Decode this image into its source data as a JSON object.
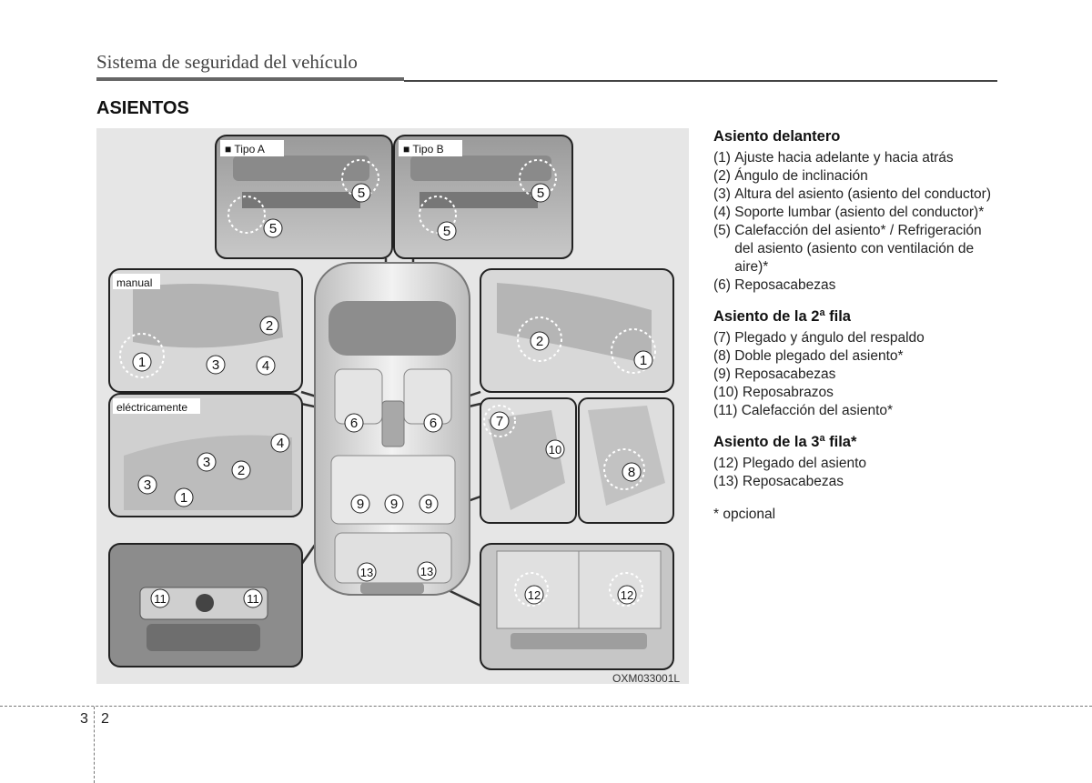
{
  "header": {
    "title": "Sistema de seguridad del vehículo"
  },
  "section_title": "ASIENTOS",
  "figure": {
    "code": "OXM033001L",
    "labels": {
      "tipo_a": "■ Tipo A",
      "tipo_b": "■ Tipo B",
      "manual": "manual",
      "electric": "eléctricamente"
    },
    "callouts": [
      "1",
      "2",
      "3",
      "4",
      "5",
      "6",
      "7",
      "8",
      "9",
      "10",
      "11",
      "12",
      "13"
    ]
  },
  "legend": {
    "front": {
      "heading": "Asiento delantero",
      "items": [
        {
          "num": "(1) ",
          "text": "Ajuste hacia adelante y hacia atrás"
        },
        {
          "num": "(2) ",
          "text": "Ángulo de inclinación"
        },
        {
          "num": "(3) ",
          "text": "Altura del asiento (asiento del conductor)"
        },
        {
          "num": "(4) ",
          "text": "Soporte lumbar (asiento del conductor)*"
        },
        {
          "num": "(5) ",
          "text": "Calefacción del asiento* / Refrigeración del asiento (asiento con ventilación de aire)*"
        },
        {
          "num": "(6) ",
          "text": "Reposacabezas"
        }
      ]
    },
    "second": {
      "heading": "Asiento de la 2ª fila",
      "items": [
        {
          "num": "(7) ",
          "text": "Plegado y ángulo del respaldo"
        },
        {
          "num": "(8) ",
          "text": "Doble plegado del asiento*"
        },
        {
          "num": "(9) ",
          "text": "Reposacabezas"
        },
        {
          "num": "(10) ",
          "text": "Reposabrazos"
        },
        {
          "num": "(11) ",
          "text": "Calefacción del asiento*"
        }
      ]
    },
    "third": {
      "heading": "Asiento de la 3ª fila*",
      "items": [
        {
          "num": "(12) ",
          "text": "Plegado del asiento"
        },
        {
          "num": "(13) ",
          "text": "Reposacabezas"
        }
      ]
    },
    "note": "* opcional"
  },
  "footer": {
    "chapter": "3",
    "page": "2"
  }
}
